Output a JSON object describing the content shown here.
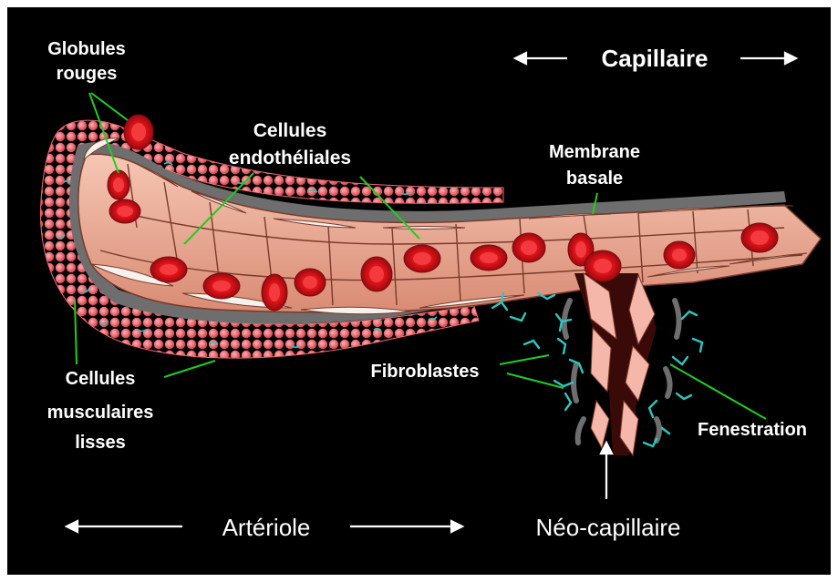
{
  "labels": {
    "globules_rouges_1": "Globules",
    "globules_rouges_2": "rouges",
    "cellules_endo_1": "Cellules",
    "cellules_endo_2": "endothéliales",
    "membrane_1": "Membrane",
    "membrane_2": "basale",
    "capillaire": "Capillaire",
    "muscle_1": "Cellules",
    "muscle_2": "musculaires",
    "muscle_3": "lisses",
    "fibroblastes": "Fibroblastes",
    "fenestration": "Fenestration",
    "arteriole": "Artériole",
    "neo_capillaire": "Néo-capillaire"
  },
  "colors": {
    "background": "#000000",
    "leader_line": "#22cc22",
    "arrow": "#ffffff",
    "vessel_wall": "#e9a48e",
    "red_cell": "#e8141b",
    "muscle": "#f06a72",
    "fibroblast": "#2ec6c0",
    "membrane": "#7d7d7d"
  }
}
